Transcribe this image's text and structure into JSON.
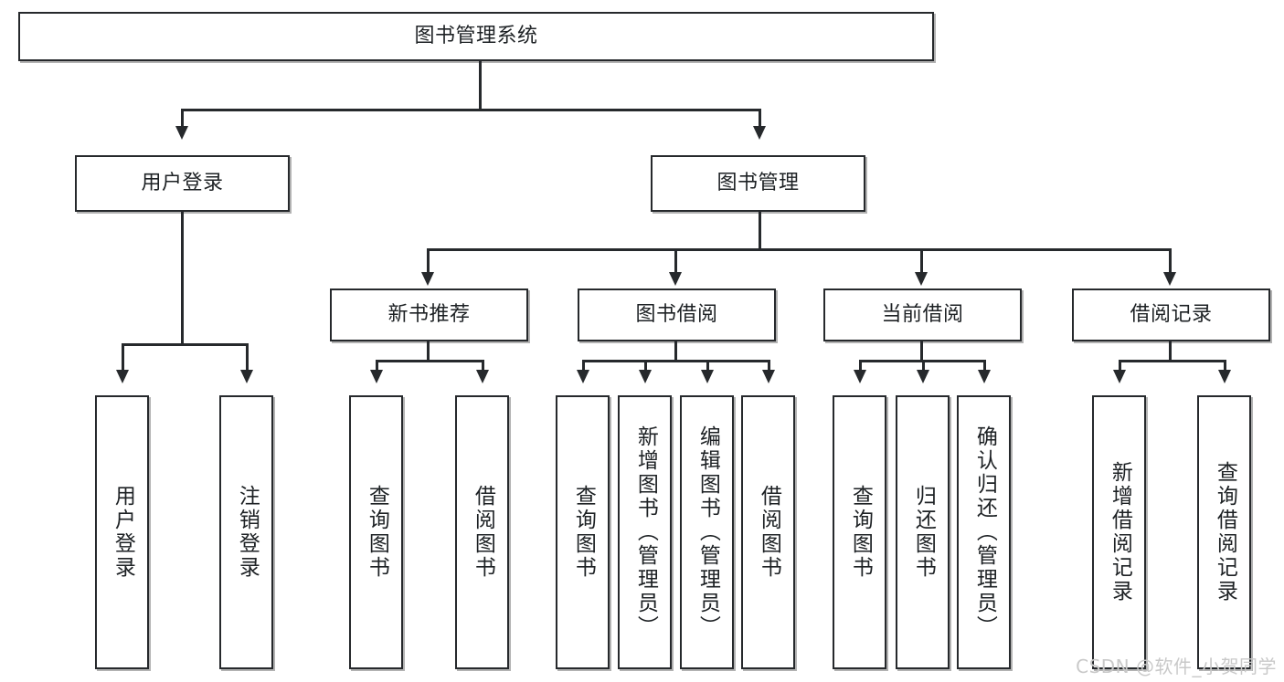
{
  "diagram": {
    "title": "图书管理系统",
    "type": "hierarchy-tree",
    "watermark": "CSDN @软件_小贺同学",
    "colors": {
      "stroke": "#26292c",
      "fill": "#ffffff",
      "text": "#1d2124",
      "watermark": "#c9c9c9"
    },
    "nodes": {
      "root": {
        "label": "图书管理系统"
      },
      "level2": [
        {
          "label": "用户登录"
        },
        {
          "label": "图书管理"
        }
      ],
      "level3": [
        {
          "label": "新书推荐"
        },
        {
          "label": "图书借阅"
        },
        {
          "label": "当前借阅"
        },
        {
          "label": "借阅记录"
        }
      ],
      "leaves": {
        "user_login": [
          {
            "label": "用户登录"
          },
          {
            "label": "注销登录"
          }
        ],
        "new_book_recommend": [
          {
            "label": "查询图书"
          },
          {
            "label": "借阅图书"
          }
        ],
        "book_borrow": [
          {
            "label": "查询图书"
          },
          {
            "label": "新增图书（管理员）"
          },
          {
            "label": "编辑图书（管理员）"
          },
          {
            "label": "借阅图书"
          }
        ],
        "current_borrow": [
          {
            "label": "查询图书"
          },
          {
            "label": "归还图书"
          },
          {
            "label": "确认归还（管理员）"
          }
        ],
        "borrow_records": [
          {
            "label": "新增借阅记录"
          },
          {
            "label": "查询借阅记录"
          }
        ]
      }
    }
  }
}
